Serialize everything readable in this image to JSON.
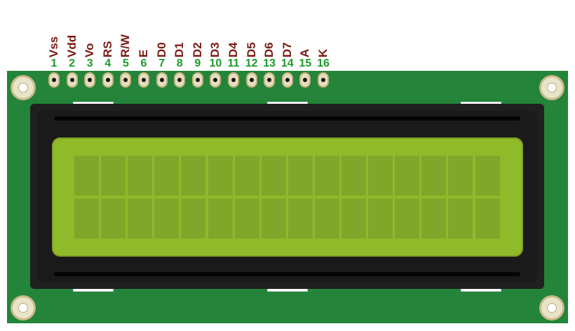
{
  "component": "16x2 Character LCD",
  "pins": [
    {
      "num": "1",
      "label": "Vss"
    },
    {
      "num": "2",
      "label": "Vdd"
    },
    {
      "num": "3",
      "label": "Vo"
    },
    {
      "num": "4",
      "label": "RS"
    },
    {
      "num": "5",
      "label": "R/W"
    },
    {
      "num": "6",
      "label": "E"
    },
    {
      "num": "7",
      "label": "D0"
    },
    {
      "num": "8",
      "label": "D1"
    },
    {
      "num": "9",
      "label": "D2"
    },
    {
      "num": "10",
      "label": "D3"
    },
    {
      "num": "11",
      "label": "D4"
    },
    {
      "num": "12",
      "label": "D5"
    },
    {
      "num": "13",
      "label": "D6"
    },
    {
      "num": "14",
      "label": "D7"
    },
    {
      "num": "15",
      "label": "A"
    },
    {
      "num": "16",
      "label": "K"
    }
  ],
  "display": {
    "columns": 16,
    "rows": 2
  },
  "colors": {
    "pcb": "#23843a",
    "bezel": "#202020",
    "lcd_glass": "#8fba2a",
    "lcd_cell": "#7fa82a",
    "pin_label": "#7a1a14",
    "pin_number": "#1f9a2a"
  }
}
